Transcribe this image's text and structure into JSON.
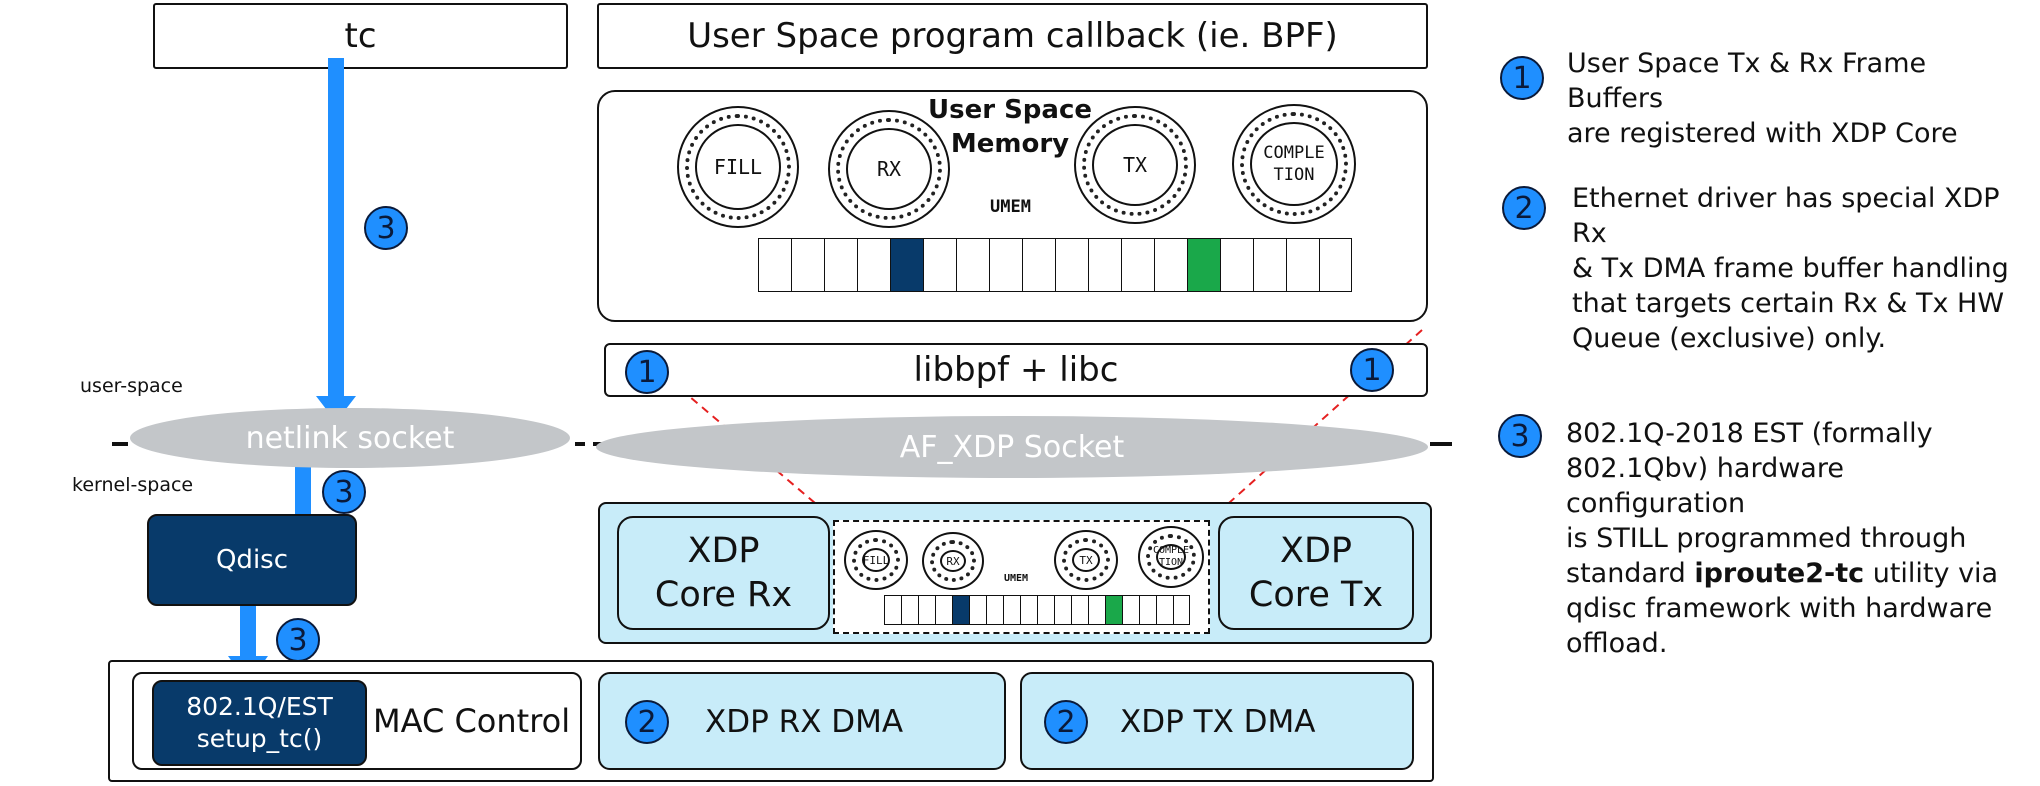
{
  "boxes": {
    "tc": "tc",
    "callback": "User Space program callback (ie. BPF)",
    "user_space_memory": "User Space\nMemory",
    "umem": "UMEM",
    "libbpf": "libbpf  + libc",
    "netlink": "netlink socket",
    "af_xdp": "AF_XDP Socket",
    "qdisc": "Qdisc",
    "xdp_core_rx": "XDP\nCore Rx",
    "xdp_core_tx": "XDP\nCore Tx",
    "est": "802.1Q/EST\nsetup_tc()",
    "mac_control": "MAC Control",
    "xdp_rx_dma": "XDP RX DMA",
    "xdp_tx_dma": "XDP TX DMA"
  },
  "rings": {
    "fill": "FILL",
    "rx": "RX",
    "tx": "TX",
    "completion": "COMPLE\nTION"
  },
  "labels": {
    "user_space": "user-space",
    "kernel_space": "kernel-space"
  },
  "badges": {
    "one": "1",
    "two": "2",
    "three": "3"
  },
  "legend": {
    "item1": "User Space Tx & Rx Frame Buffers\nare registered with XDP Core",
    "item2": "Ethernet driver has special XDP Rx\n& Tx DMA frame buffer handling\nthat targets certain Rx & Tx HW\nQueue (exclusive) only.",
    "item3_pre": "802.1Q-2018  EST (formally\n802.1Qbv) hardware configuration\nis STILL programmed through\nstandard ",
    "item3_bold": "iproute2-tc",
    "item3_post": " utility via\nqdisc framework with hardware\noffload."
  },
  "colors": {
    "arrow_blue": "#1f8fff",
    "navy": "#083a6a",
    "light_blue": "#c8ecf9",
    "grey_ellipse": "#c3c6c9",
    "green_cell": "#1aa84a",
    "red_dash": "#e52020"
  }
}
